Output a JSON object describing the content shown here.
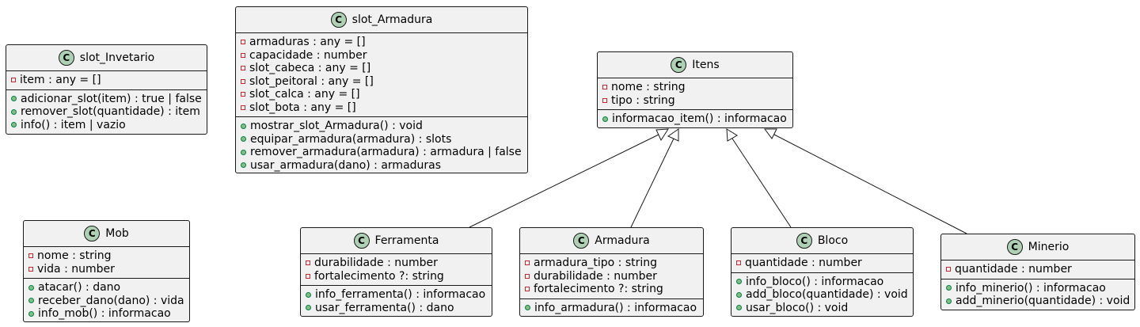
{
  "classes": {
    "slot_invetario": {
      "name": "slot_Invetario",
      "stereotype": "C",
      "attributes": [
        "item : any = []"
      ],
      "methods": [
        "adicionar_slot(item) : true | false",
        "remover_slot(quantidade) : item",
        "info() : item | vazio"
      ]
    },
    "slot_armadura": {
      "name": "slot_Armadura",
      "stereotype": "C",
      "attributes": [
        "armaduras : any = []",
        "capacidade : number",
        "slot_cabeca : any = []",
        "slot_peitoral : any = []",
        "slot_calca : any = []",
        "slot_bota : any = []"
      ],
      "methods": [
        "mostrar_slot_Armadura() : void",
        "equipar_armadura(armadura) : slots",
        "remover_armadura(armadura) : armadura | false",
        "usar_armadura(dano) : armaduras"
      ]
    },
    "itens": {
      "name": "Itens",
      "stereotype": "C",
      "attributes": [
        "nome : string",
        "tipo : string"
      ],
      "methods": [
        "informacao_item() : informacao"
      ]
    },
    "mob": {
      "name": "Mob",
      "stereotype": "C",
      "attributes": [
        "nome : string",
        "vida : number"
      ],
      "methods": [
        "atacar() : dano",
        "receber_dano(dano) : vida",
        "info_mob() : informacao"
      ]
    },
    "ferramenta": {
      "name": "Ferramenta",
      "stereotype": "C",
      "attributes": [
        "durabilidade : number",
        "fortalecimento ?: string"
      ],
      "methods": [
        "info_ferramenta() : informacao",
        "usar_ferramenta() : dano"
      ]
    },
    "armadura": {
      "name": "Armadura",
      "stereotype": "C",
      "attributes": [
        "armadura_tipo : string",
        "durabilidade : number",
        "fortalecimento ?: string"
      ],
      "methods": [
        "info_armadura() : informacao"
      ]
    },
    "bloco": {
      "name": "Bloco",
      "stereotype": "C",
      "attributes": [
        "quantidade : number"
      ],
      "methods": [
        "info_bloco() : informacao",
        "add_bloco(quantidade) : void",
        "usar_bloco() : void"
      ]
    },
    "minerio": {
      "name": "Minerio",
      "stereotype": "C",
      "attributes": [
        "quantidade : number"
      ],
      "methods": [
        "info_minerio() : informacao",
        "add_minerio(quantidade) : void"
      ]
    }
  },
  "relations": [
    {
      "from": "ferramenta",
      "to": "itens",
      "type": "inheritance"
    },
    {
      "from": "armadura",
      "to": "itens",
      "type": "inheritance"
    },
    {
      "from": "bloco",
      "to": "itens",
      "type": "inheritance"
    },
    {
      "from": "minerio",
      "to": "itens",
      "type": "inheritance"
    }
  ],
  "colors": {
    "fill": "#f1f1f1",
    "border": "#181818",
    "badge": "#add1b2",
    "private": "#c82930",
    "public": "#84be84"
  }
}
